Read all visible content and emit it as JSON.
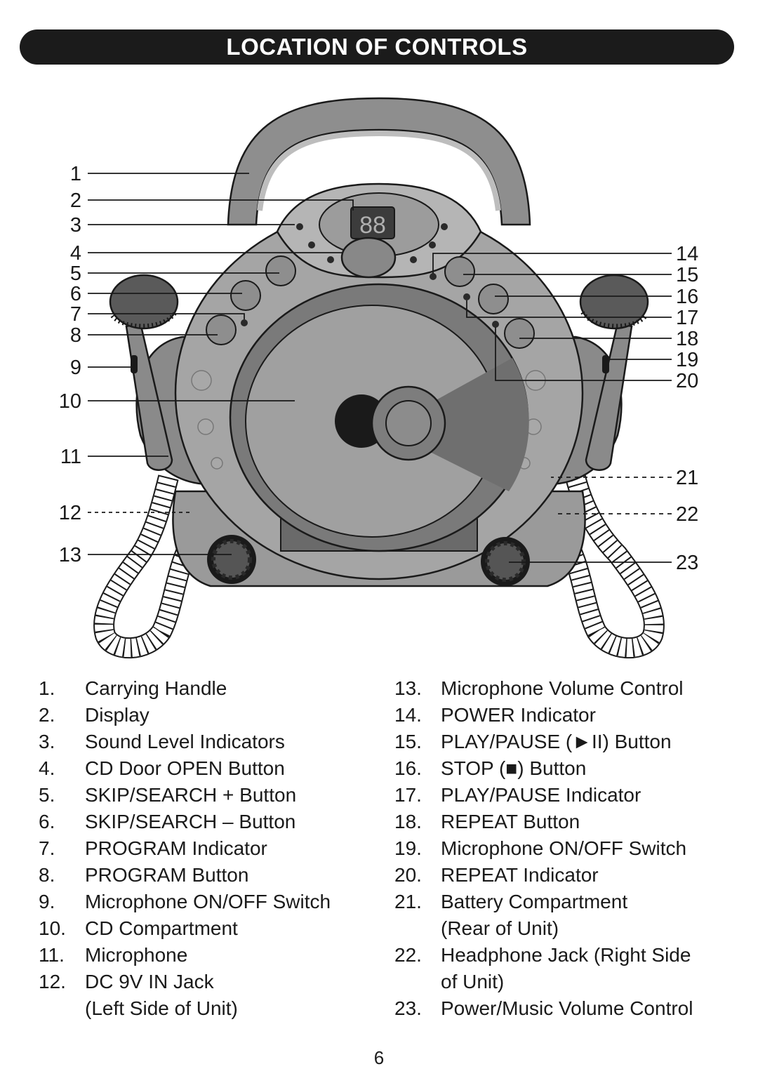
{
  "title": "LOCATION OF CONTROLS",
  "display_digits": "88",
  "callout_numbers": {
    "n1": "1",
    "n2": "2",
    "n3": "3",
    "n4": "4",
    "n5": "5",
    "n6": "6",
    "n7": "7",
    "n8": "8",
    "n9": "9",
    "n10": "10",
    "n11": "11",
    "n12": "12",
    "n13": "13",
    "n14": "14",
    "n15": "15",
    "n16": "16",
    "n17": "17",
    "n18": "18",
    "n19": "19",
    "n20": "20",
    "n21": "21",
    "n22": "22",
    "n23": "23"
  },
  "legend_left": [
    {
      "num": "1.",
      "text": "Carrying Handle"
    },
    {
      "num": "2.",
      "text": "Display"
    },
    {
      "num": "3.",
      "text": "Sound Level Indicators"
    },
    {
      "num": "4.",
      "text": "CD Door OPEN Button"
    },
    {
      "num": "5.",
      "text": "SKIP/SEARCH + Button"
    },
    {
      "num": "6.",
      "text": "SKIP/SEARCH – Button"
    },
    {
      "num": "7.",
      "text": "PROGRAM Indicator"
    },
    {
      "num": "8.",
      "text": "PROGRAM Button"
    },
    {
      "num": "9.",
      "text": "Microphone ON/OFF Switch"
    },
    {
      "num": "10.",
      "text": "CD Compartment"
    },
    {
      "num": "11.",
      "text": "Microphone"
    },
    {
      "num": "12.",
      "text": "DC 9V IN Jack\n(Left Side of Unit)"
    }
  ],
  "legend_right": [
    {
      "num": "13.",
      "text": "Microphone Volume Control"
    },
    {
      "num": "14.",
      "text": "POWER Indicator"
    },
    {
      "num": "15.",
      "text": "PLAY/PAUSE (►II) Button"
    },
    {
      "num": "16.",
      "text": "STOP (■) Button"
    },
    {
      "num": "17.",
      "text": "PLAY/PAUSE Indicator"
    },
    {
      "num": "18.",
      "text": "REPEAT Button"
    },
    {
      "num": "19.",
      "text": "Microphone ON/OFF Switch"
    },
    {
      "num": "20.",
      "text": "REPEAT Indicator"
    },
    {
      "num": "21.",
      "text": "Battery Compartment\n(Rear of Unit)"
    },
    {
      "num": "22.",
      "text": "Headphone Jack (Right Side\nof Unit)"
    },
    {
      "num": "23.",
      "text": "Power/Music Volume Control"
    }
  ],
  "page_number": "6",
  "colors": {
    "title_bar": "#1b1b1b",
    "body_gray": "#9a9a9a",
    "dark_gray": "#6f6f6f",
    "light_gray": "#c4c4c4",
    "outline": "#1a1a1a"
  }
}
